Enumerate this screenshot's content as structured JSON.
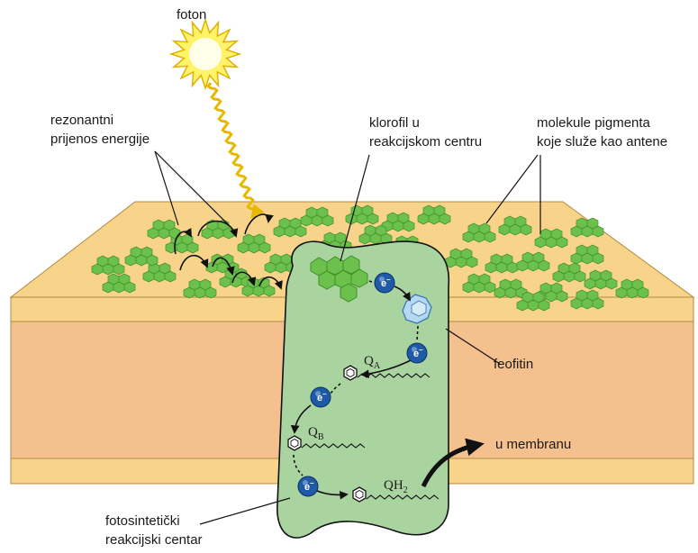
{
  "labels": {
    "photon": "foton",
    "resonant_transfer_line1": "rezonantni",
    "resonant_transfer_line2": "prijenos energije",
    "rc_chlorophyll_line1": "klorofil u",
    "rc_chlorophyll_line2": "reakcijskom centru",
    "antenna_line1": "molekule pigmenta",
    "antenna_line2": "koje služe kao antene",
    "pheophytin": "feofitin",
    "to_membrane": "u membranu",
    "reaction_center_line1": "fotosintetički",
    "reaction_center_line2": "reakcijski centar"
  },
  "quinones": {
    "qa_base": "Q",
    "qa_sub": "A",
    "qb_base": "Q",
    "qb_sub": "B",
    "qh2_base": "QH",
    "qh2_sub": "2"
  },
  "electron_symbol": "e",
  "electron_charge": "–",
  "colors": {
    "membrane_top": "#f7d48a",
    "membrane_core": "#f4c08d",
    "protein": "#a9d4a0",
    "chlorophyll": "#6cc14c",
    "pheophytin": "#b6d9f2",
    "electron": "#1e5aa8",
    "photon_wave": "#e8b800",
    "sun": "#fff36a"
  }
}
